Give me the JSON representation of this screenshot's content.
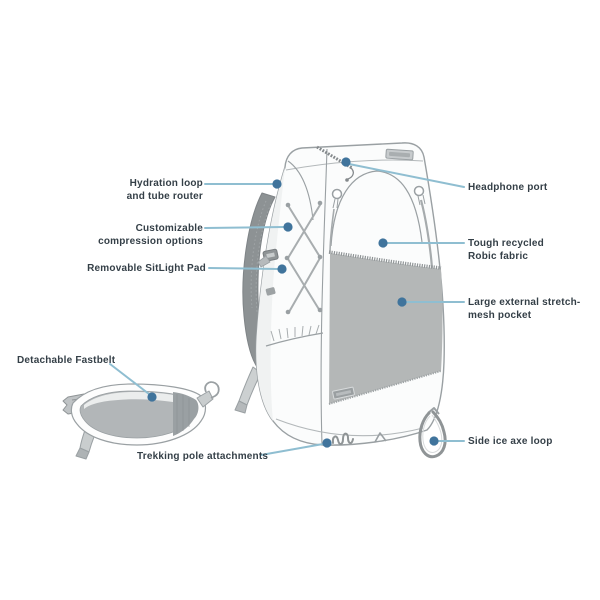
{
  "page": {
    "background": "#ffffff",
    "description": "Backpack feature callout diagram"
  },
  "colors": {
    "label_text": "#343f47",
    "leader_line": "#8fbed1",
    "callout_dot": "#40749c",
    "pack_outline": "#9aa0a3",
    "pack_body": "#fbfcfc",
    "mesh_fill": "#b4b7b7",
    "strap_fill": "#8d9294",
    "belt_pad": "#b2b6b8"
  },
  "callouts": {
    "hydration_loop": "Hydration loop\nand tube router",
    "compression": "Customizable\ncompression options",
    "sitlight_pad": "Removable SitLight Pad",
    "fastbelt": "Detachable Fastbelt",
    "trekking_poles": "Trekking pole attachments",
    "headphone_port": "Headphone port",
    "robic_fabric": "Tough recycled\nRobic fabric",
    "mesh_pocket": "Large external stretch-\nmesh pocket",
    "ice_axe_loop": "Side ice axe loop"
  }
}
